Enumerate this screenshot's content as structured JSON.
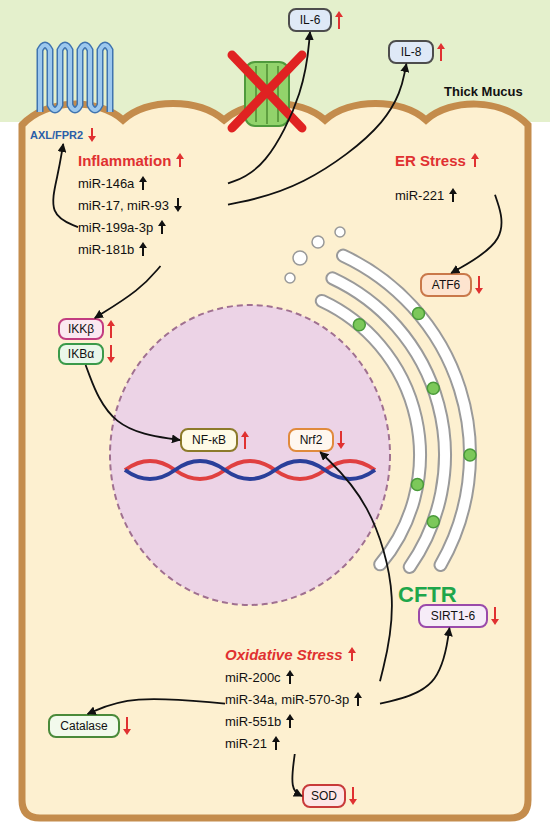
{
  "diagram": {
    "nodes": [
      {
        "text": [
          "Thick Mucus"
        ]
      },
      {
        "text": [
          "IL-6"
        ],
        "in": 0
      },
      {
        "text": [
          "IL-8"
        ],
        "in": 0
      },
      {
        "text": [
          "AXL/FPR2"
        ]
      },
      {
        "text": [
          "Inflammation",
          "miR-146a",
          "miR-17, miR-93",
          "miR-199a-3p",
          "miR-181b"
        ]
      },
      {
        "text": [
          "ER Stress",
          "miR-221"
        ]
      },
      {
        "text": [
          "ATF6"
        ]
      },
      {
        "text": [
          "IKKβ"
        ]
      },
      {
        "text": [
          "IKBα"
        ]
      },
      {
        "text": [
          "NF-κB"
        ]
      },
      {
        "text": [
          "Nrf2"
        ]
      },
      {
        "text": [
          "Oxidative Stress",
          "miR-200c",
          "miR-34a, miR-570-3p",
          "miR-551b",
          "miR-21"
        ]
      },
      {
        "text": [
          "SIRT1-6"
        ]
      },
      {
        "text": [
          "Catalase"
        ]
      },
      {
        "text": [
          "SOD"
        ]
      }
    ],
    "edges": [
      {
        "from": 4,
        "to": 1,
        "arrow": "to"
      },
      {
        "from": 4,
        "to": 2,
        "arrow": "to"
      },
      {
        "from": 4,
        "to": 3,
        "arrow": "to"
      },
      {
        "from": 4,
        "to": 7,
        "arrow": "to"
      },
      {
        "from": 8,
        "to": 9,
        "arrow": "to"
      },
      {
        "from": 5,
        "to": 6,
        "arrow": "to"
      },
      {
        "from": 11,
        "to": 10,
        "arrow": "to"
      },
      {
        "from": 11,
        "to": 12,
        "arrow": "to"
      },
      {
        "from": 11,
        "to": 13,
        "arrow": "to"
      },
      {
        "from": 11,
        "to": 14,
        "arrow": "to"
      }
    ],
    "labels": [
      "CFTR"
    ]
  }
}
